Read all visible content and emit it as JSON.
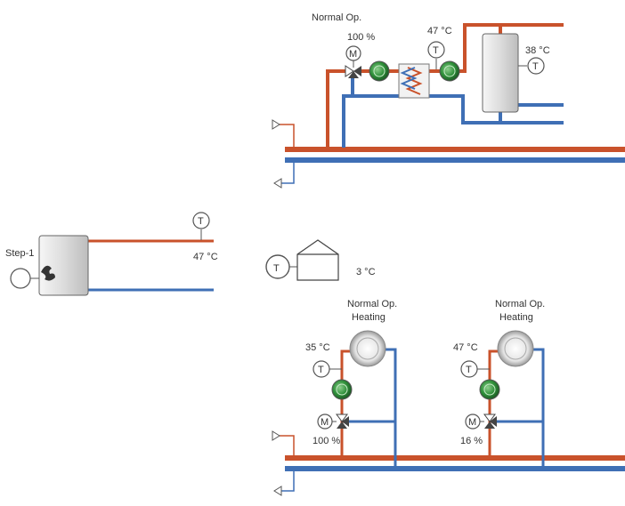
{
  "colors": {
    "supply": "#c9522b",
    "return": "#3f6fb5",
    "pump_green": "#2f8f3a",
    "outline": "#555555",
    "tank_fill": "#e6e6e6"
  },
  "ahu_circuit": {
    "status": "Normal Op.",
    "valve_position": "100 %",
    "valve_motor_symbol": "M",
    "supply_temp": "47 °C",
    "sensor_symbol": "T",
    "tank_temp": "38 °C",
    "tank_sensor_symbol": "T",
    "heat_exchanger_icon": "heat-exchanger-icon"
  },
  "boiler": {
    "label": "Step-1",
    "flow_temp": "47 °C",
    "sensor_symbol": "T",
    "burner_icon": "flame-icon"
  },
  "outdoor": {
    "sensor_symbol": "T",
    "temp": "3 °C",
    "building_icon": "house-icon"
  },
  "heating_circuits": [
    {
      "status": "Normal Op.",
      "mode": "Heating",
      "supply_temp": "35 °C",
      "sensor_symbol": "T",
      "valve_motor_symbol": "M",
      "valve_position": "100 %"
    },
    {
      "status": "Normal Op.",
      "mode": "Heating",
      "supply_temp": "47 °C",
      "sensor_symbol": "T",
      "valve_motor_symbol": "M",
      "valve_position": "16 %"
    }
  ]
}
